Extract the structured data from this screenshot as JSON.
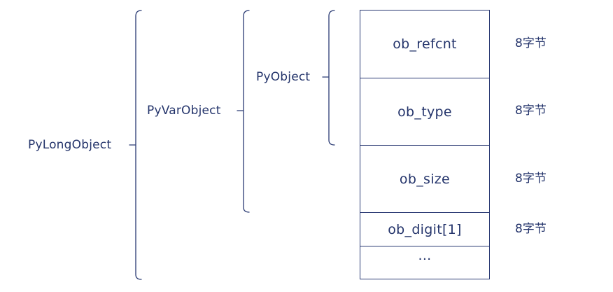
{
  "structs": {
    "pylong": "PyLongObject",
    "pyvar": "PyVarObject",
    "pyobject": "PyObject"
  },
  "fields": [
    {
      "name": "ob_refcnt",
      "size": "8字节"
    },
    {
      "name": "ob_type",
      "size": "8字节"
    },
    {
      "name": "ob_size",
      "size": "8字节"
    },
    {
      "name": "ob_digit[1]",
      "size": "8字节"
    },
    {
      "name": "...",
      "size": ""
    }
  ],
  "colors": {
    "ink": "#24346b",
    "background": "#ffffff"
  }
}
